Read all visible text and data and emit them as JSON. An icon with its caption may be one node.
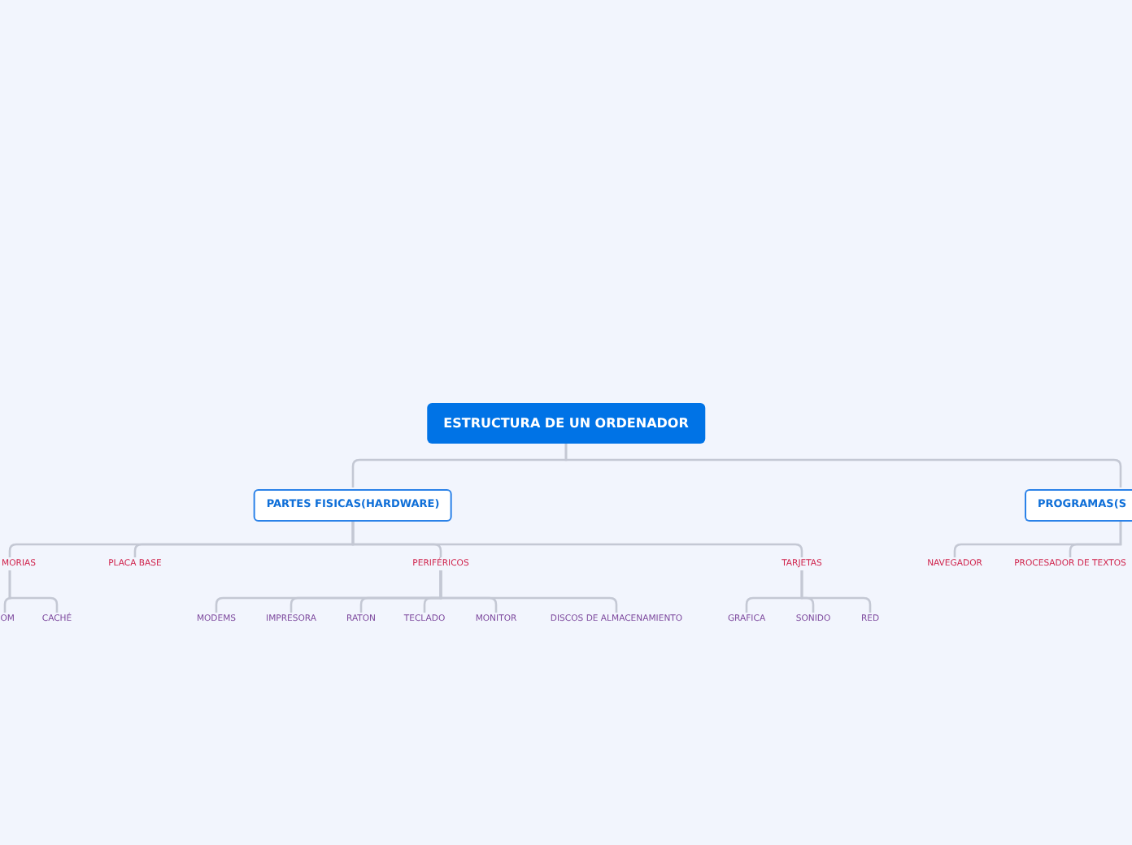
{
  "diagram": {
    "nodes": [
      {
        "text": [
          "ESTRUCTURA DE UN ORDENADOR"
        ]
      },
      {
        "text": [
          "PARTES FISICAS(HARDWARE)"
        ]
      },
      {
        "text": [
          "PROGRAMAS(S"
        ]
      },
      {
        "text": [
          "MORIAS"
        ]
      },
      {
        "text": [
          "PLACA BASE"
        ]
      },
      {
        "text": [
          "PERIFÉRICOS"
        ]
      },
      {
        "text": [
          "TARJETAS"
        ]
      },
      {
        "text": [
          "NAVEGADOR"
        ]
      },
      {
        "text": [
          "PROCESADOR DE TEXTOS"
        ]
      },
      {
        "text": [
          "OM"
        ]
      },
      {
        "text": [
          "CACHÉ"
        ]
      },
      {
        "text": [
          "MODEMS"
        ]
      },
      {
        "text": [
          "IMPRESORA"
        ]
      },
      {
        "text": [
          "RATON"
        ]
      },
      {
        "text": [
          "TECLADO"
        ]
      },
      {
        "text": [
          "MONITOR"
        ]
      },
      {
        "text": [
          "DISCOS DE ALMACENAMIENTO"
        ]
      },
      {
        "text": [
          "GRAFICA"
        ]
      },
      {
        "text": [
          "SONIDO"
        ]
      },
      {
        "text": [
          "RED"
        ]
      }
    ],
    "edges": [
      {
        "from": 0,
        "to": 1,
        "arrow": "none"
      },
      {
        "from": 0,
        "to": 2,
        "arrow": "none"
      },
      {
        "from": 1,
        "to": 3,
        "arrow": "none"
      },
      {
        "from": 1,
        "to": 4,
        "arrow": "none"
      },
      {
        "from": 1,
        "to": 5,
        "arrow": "none"
      },
      {
        "from": 1,
        "to": 6,
        "arrow": "none"
      },
      {
        "from": 2,
        "to": 7,
        "arrow": "none"
      },
      {
        "from": 2,
        "to": 8,
        "arrow": "none"
      },
      {
        "from": 3,
        "to": 9,
        "arrow": "none"
      },
      {
        "from": 3,
        "to": 10,
        "arrow": "none"
      },
      {
        "from": 5,
        "to": 11,
        "arrow": "none"
      },
      {
        "from": 5,
        "to": 12,
        "arrow": "none"
      },
      {
        "from": 5,
        "to": 13,
        "arrow": "none"
      },
      {
        "from": 5,
        "to": 14,
        "arrow": "none"
      },
      {
        "from": 5,
        "to": 15,
        "arrow": "none"
      },
      {
        "from": 5,
        "to": 16,
        "arrow": "none"
      },
      {
        "from": 6,
        "to": 17,
        "arrow": "none"
      },
      {
        "from": 6,
        "to": 18,
        "arrow": "none"
      },
      {
        "from": 6,
        "to": 19,
        "arrow": "none"
      }
    ]
  }
}
